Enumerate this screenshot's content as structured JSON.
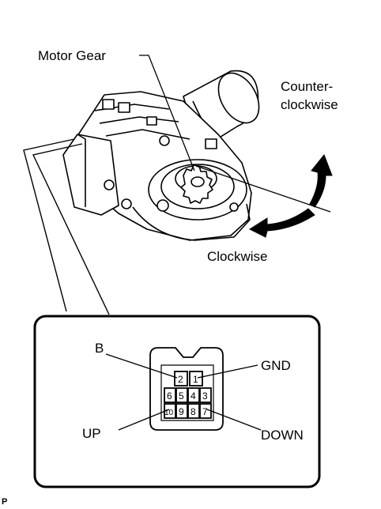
{
  "labels": {
    "motor_gear": "Motor Gear",
    "counter_line1": "Counter-",
    "counter_line2": "clockwise",
    "clockwise": "Clockwise",
    "b": "B",
    "gnd": "GND",
    "up": "UP",
    "down": "DOWN",
    "corner_mark": "P"
  },
  "connector": {
    "top_row": [
      "2",
      "1"
    ],
    "middle_row": [
      "6",
      "5",
      "4",
      "3"
    ],
    "bottom_row": [
      "10",
      "9",
      "8",
      "7"
    ]
  }
}
